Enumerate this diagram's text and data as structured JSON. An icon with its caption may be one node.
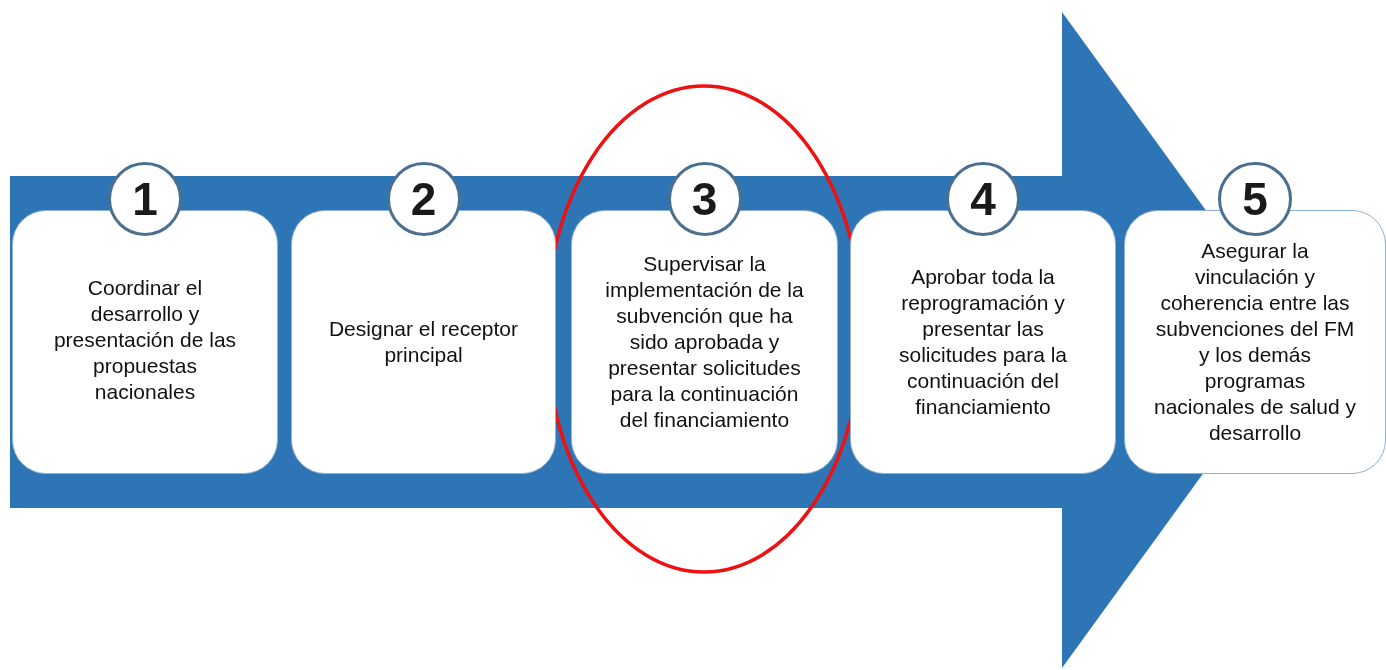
{
  "diagram": {
    "nodes": [
      {
        "text": [
          "1",
          "Coordinar el desarrollo y presentación de las propuestas nacionales"
        ]
      },
      {
        "text": [
          "2",
          "Designar el receptor principal"
        ]
      },
      {
        "text": [
          "3",
          "Supervisar la implementación de la subvención que ha sido aprobada y presentar solicitudes para la continuación del financiamiento"
        ]
      },
      {
        "text": [
          "4",
          "Aprobar toda la reprogramación y presentar las solicitudes para la continuación del financiamiento"
        ]
      },
      {
        "text": [
          "5",
          "Asegurar la vinculación y coherencia entre las subvenciones del FM y los demás programas nacionales de salud y desarrollo"
        ]
      }
    ],
    "edges": [
      {
        "from": 0,
        "to": 4,
        "arrow": "to"
      }
    ]
  }
}
